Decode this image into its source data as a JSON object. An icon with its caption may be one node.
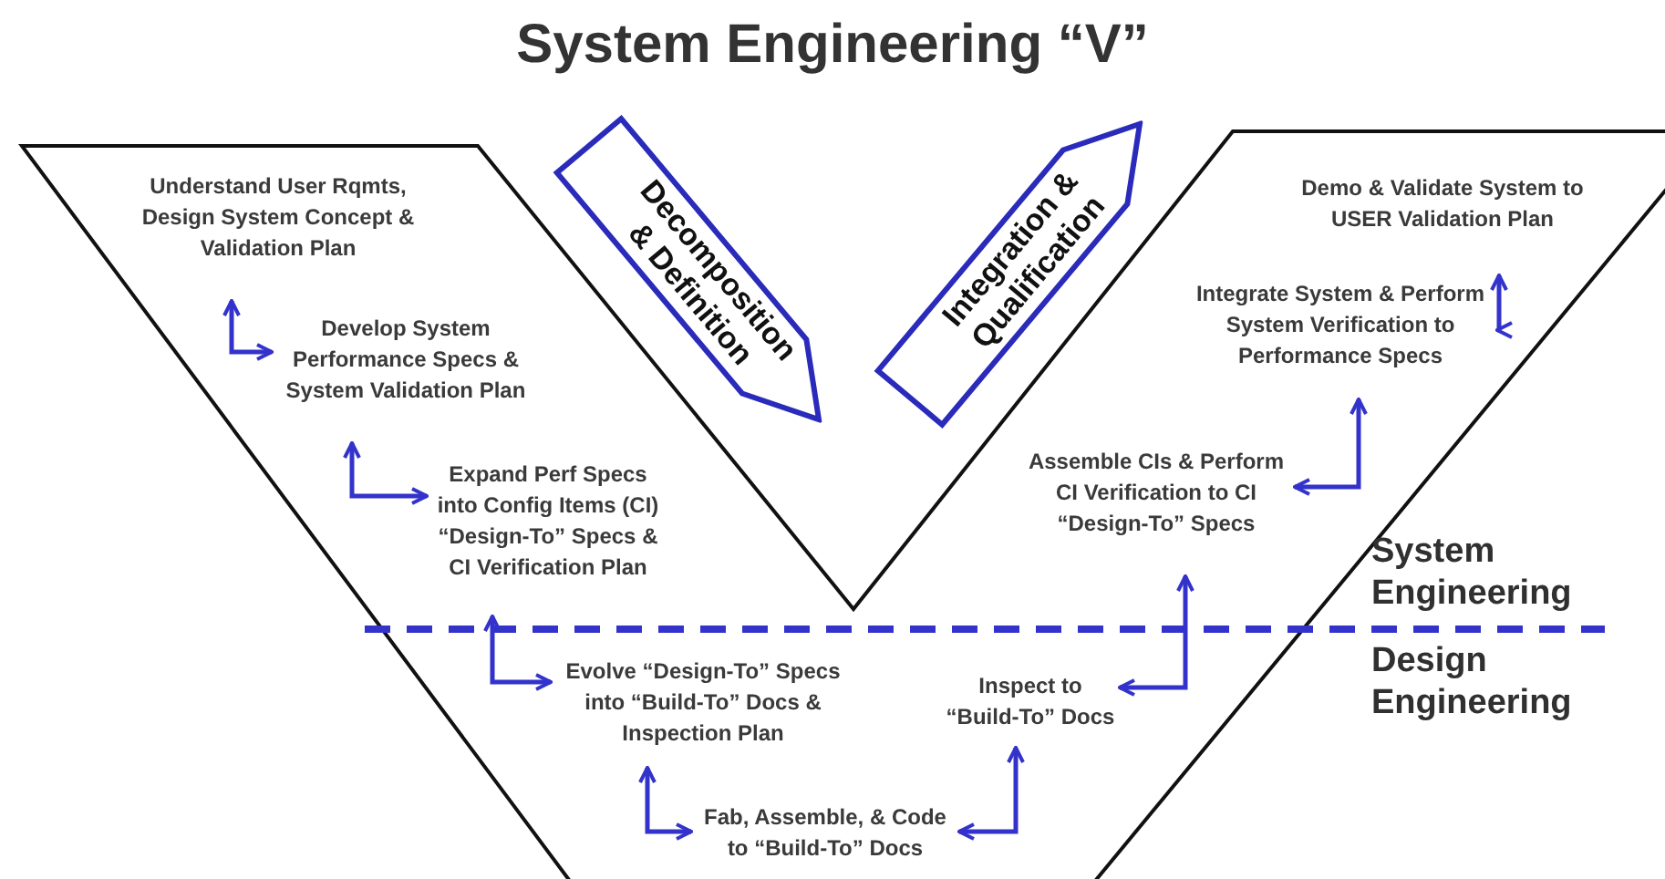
{
  "diagram": {
    "title": "System Engineering “V”",
    "nodes": [
      {
        "text": [
          "Understand User Rqmts, Design System Concept & Validation Plan"
        ]
      },
      {
        "text": [
          "Decomposition & Definition"
        ]
      },
      {
        "text": [
          "Integration & Qualification"
        ]
      },
      {
        "text": [
          "Demo & Validate System to USER Validation Plan"
        ]
      },
      {
        "text": [
          "Develop System Performance Specs & System Validation Plan"
        ]
      },
      {
        "text": [
          "Integrate System & Perform System Verification to Performance Specs"
        ]
      },
      {
        "text": [
          "Expand Perf Specs into Config Items (CI) “Design-To” Specs & CI Verification Plan"
        ]
      },
      {
        "text": [
          "Assemble CIs & Perform CI Verification to CI “Design-To” Specs"
        ]
      },
      {
        "text": [
          "Evolve “Design-To” Specs into “Build-To” Docs & Inspection Plan"
        ]
      },
      {
        "text": [
          "Inspect to “Build-To” Docs"
        ]
      },
      {
        "text": [
          "Fab, Assemble, & Code to “Build-To” Docs"
        ]
      }
    ],
    "edges": [
      {
        "from": 0,
        "to": 4,
        "arrow": "both"
      },
      {
        "from": 4,
        "to": 6,
        "arrow": "both"
      },
      {
        "from": 6,
        "to": 8,
        "arrow": "both"
      },
      {
        "from": 8,
        "to": 10,
        "arrow": "both"
      },
      {
        "from": 10,
        "to": 9,
        "arrow": "both"
      },
      {
        "from": 9,
        "to": 7,
        "arrow": "both"
      },
      {
        "from": 7,
        "to": 5,
        "arrow": "both"
      },
      {
        "from": 5,
        "to": 3,
        "arrow": "both"
      }
    ],
    "labels": [
      "System Engineering",
      "Design Engineering"
    ]
  }
}
